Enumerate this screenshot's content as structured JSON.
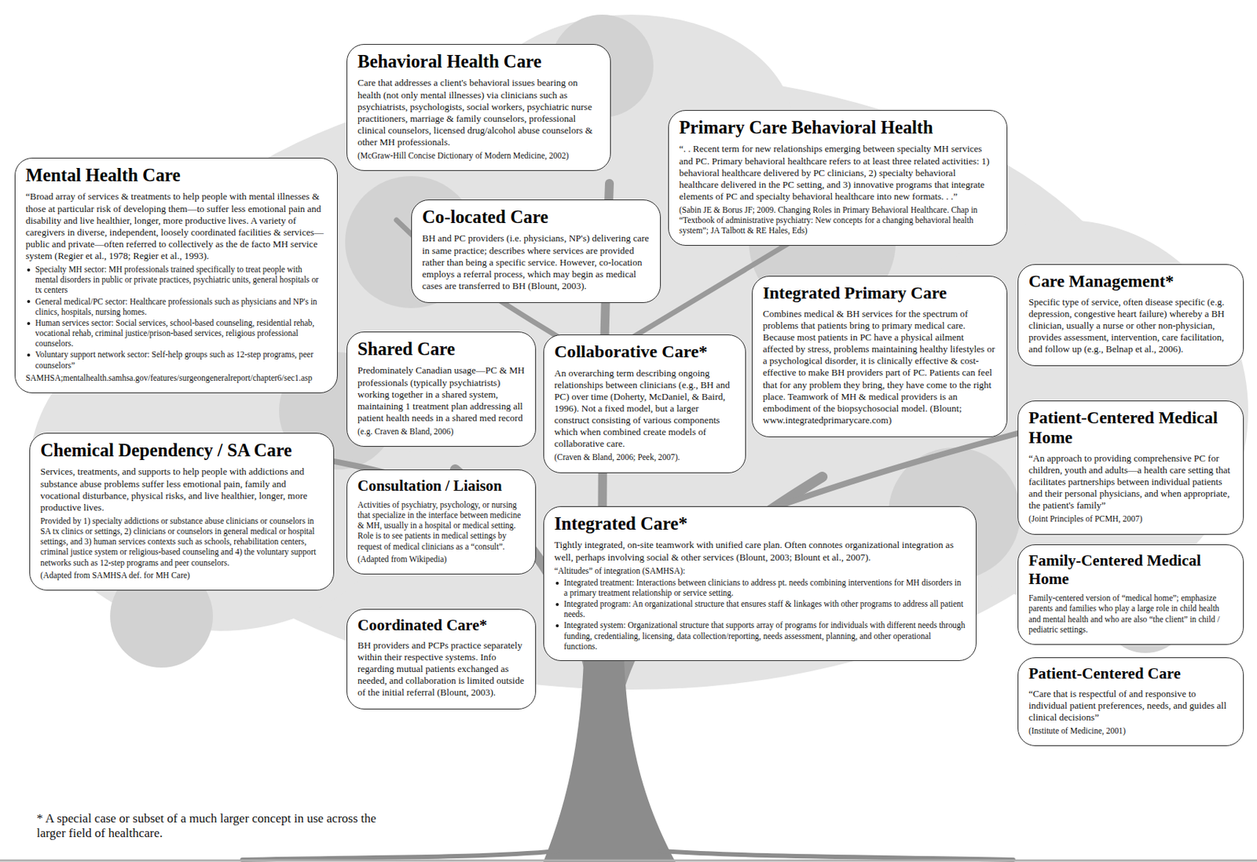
{
  "diagram": {
    "nodes": [
      {
        "text": [
          "Mental Health Care",
          "“Broad array of services & treatments to help people with mental illnesses & those at particular risk of developing them—to suffer less emotional pain and disability and live healthier, longer, more productive lives. A variety of caregivers in diverse, independent, loosely coordinated facilities & services—public and private—often referred to collectively as the de facto MH service system (Regier et al., 1978; Regier et al., 1993).",
          "Specialty MH sector: MH professionals trained specifically to treat people with mental disorders in public or private practices, psychiatric units, general hospitals or tx centers",
          "General medical/PC sector: Healthcare professionals such as physicians and NP's in clinics, hospitals, nursing homes.",
          "Human services sector: Social services, school-based counseling, residential rehab, vocational rehab, criminal justice/prison-based services, religious professional counselors.",
          "Voluntary support network sector: Self-help groups such as 12-step programs, peer counselors”",
          "SAMHSA;mentalhealth.samhsa.gov/features/surgeongeneralreport/chapter6/sec1.asp"
        ]
      },
      {
        "text": [
          "Behavioral Health Care",
          "Care that addresses a client's behavioral issues bearing on health (not only mental illnesses) via clinicians such as psychiatrists, psychologists, social workers, psychiatric nurse practitioners, marriage & family counselors, professional clinical counselors, licensed drug/alcohol abuse counselors & other MH professionals.",
          "(McGraw-Hill Concise Dictionary of Modern Medicine, 2002)"
        ]
      },
      {
        "text": [
          "Primary Care Behavioral Health",
          "“. . Recent term for new relationships emerging between specialty MH services and PC. Primary behavioral healthcare refers to at least three related activities: 1) behavioral healthcare delivered by PC clinicians, 2) specialty behavioral healthcare delivered in the PC setting, and 3) innovative programs that integrate elements of PC and specialty behavioral healthcare into new formats. . .”",
          "(Sabin JE & Borus JF; 2009. Changing Roles in Primary Behavioral Healthcare. Chap in “Textbook of administrative psychiatry: New concepts for a changing behavioral health system”; JA Talbott & RE Hales, Eds)"
        ]
      },
      {
        "text": [
          "Co-located Care",
          "BH and PC providers (i.e. physicians, NP's) delivering care in same practice; describes where services are provided rather than being a specific service. However, co-location employs a referral process, which may begin as medical cases are transferred to BH (Blount, 2003)."
        ]
      },
      {
        "text": [
          "Care Management*",
          "Specific type of service, often disease specific (e.g. depression, congestive heart failure) whereby a BH clinician, usually a nurse or other non-physician, provides assessment, intervention, care facilitation, and follow up (e.g., Belnap et al., 2006)."
        ]
      },
      {
        "text": [
          "Shared Care",
          "Predominately Canadian usage—PC & MH professionals (typically psychiatrists) working together in a shared system, maintaining 1 treatment plan addressing all patient health needs in a shared med record",
          "(e.g. Craven & Bland, 2006)"
        ]
      },
      {
        "text": [
          "Collaborative Care*",
          "An overarching term describing ongoing relationships between clinicians (e.g., BH and PC) over time (Doherty, McDaniel, & Baird, 1996). Not a fixed model, but a larger construct consisting of various components which when combined create models of collaborative care.",
          "(Craven & Bland, 2006; Peek, 2007)."
        ]
      },
      {
        "text": [
          "Integrated Primary Care",
          "Combines medical & BH services for the spectrum of problems that patients bring to primary medical care. Because most patients in PC have a physical ailment affected by stress, problems maintaining healthy lifestyles or a psychological disorder, it is clinically effective & cost-effective to make BH providers part of PC. Patients can feel that for any problem they bring, they have come to the right place. Teamwork of MH & medical providers is an embodiment of the biopsychosocial model. (Blount; www.integratedprimarycare.com)"
        ]
      },
      {
        "text": [
          "Patient-Centered Medical Home",
          "“An approach to providing comprehensive PC for children, youth and adults—a health care setting that facilitates partnerships between individual patients and their personal physicians, and when appropriate, the patient's family”",
          "(Joint Principles of PCMH, 2007)"
        ]
      },
      {
        "text": [
          "Chemical Dependency / SA Care",
          "Services, treatments, and supports to help people with addictions and substance abuse problems suffer less emotional pain, family and vocational disturbance, physical risks, and live healthier, longer, more productive lives.",
          "Provided by 1) specialty addictions or substance abuse clinicians or counselors in SA tx clinics or settings, 2) clinicians or counselors in general medical or hospital settings, and 3) human services contexts such as schools, rehabilitation centers, criminal justice system or religious-based counseling and 4) the voluntary support networks such as 12-step programs and peer counselors.",
          "(Adapted from SAMHSA def. for MH Care)"
        ]
      },
      {
        "text": [
          "Consultation / Liaison",
          "Activities of psychiatry, psychology, or nursing that specialize in the interface between medicine & MH, usually in a hospital or medical setting. Role is to see patients in medical settings by request of medical clinicians as a “consult”.",
          "(Adapted from Wikipedia)"
        ]
      },
      {
        "text": [
          "Family-Centered Medical Home",
          "Family-centered version of “medical home”; emphasize parents and families who play a large role in child health and mental health and who are also “the client” in child / pediatric settings."
        ]
      },
      {
        "text": [
          "Integrated Care*",
          "Tightly integrated, on-site teamwork with unified care plan. Often connotes organizational integration as well, perhaps involving social & other services (Blount, 2003; Blount et al., 2007).",
          "“Altitudes” of integration (SAMHSA):",
          "Integrated treatment: Interactions between clinicians to address pt. needs combining interventions for MH disorders in a primary treatment relationship or service setting.",
          "Integrated program: An organizational structure that ensures staff & linkages with other programs to address all patient needs.",
          "Integrated system: Organizational structure that supports array of programs for individuals with different needs through funding, credentialing, licensing, data collection/reporting, needs assessment, planning, and other operational functions."
        ]
      },
      {
        "text": [
          "Patient-Centered Care",
          "“Care that is respectful of and responsive to individual patient preferences, needs, and guides all clinical decisions”",
          "(Institute of Medicine, 2001)"
        ]
      },
      {
        "text": [
          "Coordinated Care*",
          "BH providers and PCPs practice separately within their respective systems. Info regarding mutual patients exchanged as needed, and collaboration is limited outside of the initial referral (Blount, 2003)."
        ]
      }
    ],
    "labels": [
      "* A special case or subset of a much larger concept in use across the larger field of healthcare."
    ]
  }
}
